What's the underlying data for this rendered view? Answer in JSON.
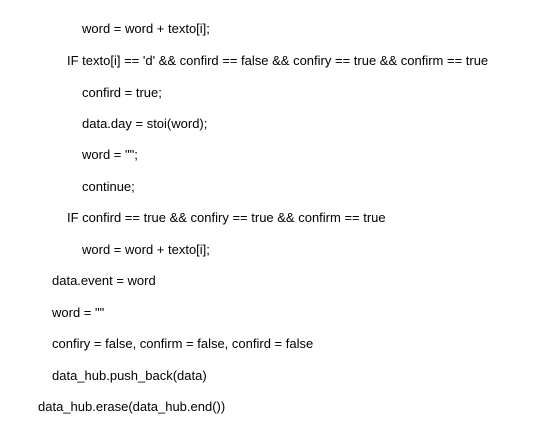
{
  "code_lines": [
    "word = word + texto[i];",
    "IF texto[i] == 'd' && confird == false && confiry == true && confirm == true",
    "confird = true;",
    "data.day = stoi(word);",
    "word = \"\";",
    "continue;",
    "IF confird == true && confiry == true && confirm == true",
    "word = word + texto[i];",
    "data.event = word",
    "word = \"\"",
    "confiry = false, confirm = false, confird = false",
    "data_hub.push_back(data)",
    "data_hub.erase(data_hub.end())"
  ]
}
